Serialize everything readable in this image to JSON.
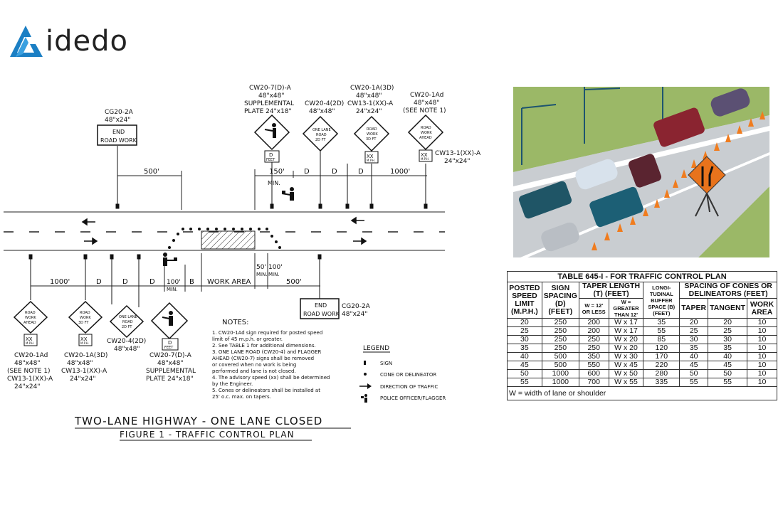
{
  "brand": {
    "name": "idedo"
  },
  "figure": {
    "title": "TWO-LANE HIGHWAY - ONE LANE CLOSED",
    "subtitle": "FIGURE 1 - TRAFFIC CONTROL PLAN"
  },
  "top_signs": [
    {
      "code": "CG20-2A",
      "size": "48\"x24\"",
      "text": [
        "END",
        "ROAD WORK"
      ]
    },
    {
      "code": "CW20-7(D)-A",
      "size": "48\"x48\"",
      "extra": "SUPPLEMENTAL",
      "extra2": "PLATE 24\"x18\"",
      "plate": [
        "D",
        "FEET"
      ]
    },
    {
      "code": "CW20-4(2D)",
      "size": "48\"x48\"",
      "text": [
        "ONE LANE",
        "ROAD",
        "2D FT"
      ]
    },
    {
      "code": "CW20-1A(3D)",
      "size": "48\"x48\"",
      "extra": "CW13-1(XX)-A",
      "extra2": "24\"x24\"",
      "text": [
        "ROAD",
        "WORK",
        "3D FT"
      ],
      "plate": [
        "XX",
        "M.P.H."
      ]
    },
    {
      "code": "CW20-1Ad",
      "size": "48\"x48\"",
      "extra": "(SEE NOTE 1)",
      "text": [
        "ROAD",
        "WORK",
        "AHEAD"
      ],
      "plate": [
        "XX",
        "M.P.H."
      ],
      "side": "CW13-1(XX)-A",
      "side2": "24\"x24\""
    }
  ],
  "bottom_signs": [
    {
      "code": "CW20-1Ad",
      "size": "48\"x48\"",
      "extra": "(SEE NOTE 1)",
      "extra2": "CW13-1(XX)-A",
      "extra3": "24\"x24\"",
      "text": [
        "ROAD",
        "WORK",
        "AHEAD"
      ],
      "plate": [
        "XX",
        "M.P.H."
      ]
    },
    {
      "code": "CW20-1A(3D)",
      "size": "48\"x48\"",
      "extra": "CW13-1(XX)-A",
      "extra2": "24\"x24\"",
      "text": [
        "ROAD",
        "WORK",
        "3D FT"
      ],
      "plate": [
        "XX",
        "M.P.H."
      ]
    },
    {
      "code": "CW20-4(2D)",
      "size": "48\"x48\"",
      "text": [
        "ONE LANE",
        "ROAD",
        "2D FT"
      ]
    },
    {
      "code": "CW20-7(D)-A",
      "size": "48\"x48\"",
      "extra": "SUPPLEMENTAL",
      "extra2": "PLATE 24\"x18\"",
      "plate": [
        "D",
        "FEET"
      ]
    },
    {
      "code": "CG20-2A",
      "size": "48\"x24\"",
      "text": [
        "END",
        "ROAD WORK"
      ]
    }
  ],
  "dims": {
    "d500": "500'",
    "d150": "150'",
    "min": "MIN.",
    "D": "D",
    "d1000": "1000'",
    "d100": "100'",
    "B": "B",
    "work_area": "WORK AREA",
    "d50": "50'",
    "min_caps": "MIN."
  },
  "notes": {
    "title": "NOTES:",
    "lines": [
      "1. CW20-1Ad sign required for posted speed",
      "    limit of 45 m.p.h. or greater.",
      "2. See TABLE 1 for additional dimensions.",
      "3. ONE LANE ROAD (CW20-4) and FLAGGER",
      "    AHEAD (CW20-7) signs shall be removed",
      "    or covered when no work is being",
      "    performed and lane is not closed.",
      "4. The advisory speed (xx) shall be determined",
      "    by the Engineer.",
      "5. Cones or delineators shall be installed at",
      "    25' o.c. max. on tapers."
    ]
  },
  "legend": {
    "title": "LEGEND",
    "items": [
      "SIGN",
      "CONE OR DELINEATOR",
      "DIRECTION OF TRAFFIC",
      "POLICE OFFICER/FLAGGER"
    ]
  },
  "table": {
    "title": "TABLE 645-I  - FOR TRAFFIC CONTROL PLAN",
    "headers": {
      "speed": "POSTED SPEED LIMIT (M.P.H.)",
      "spacing": "SIGN SPACING (D) (FEET)",
      "taper": "TAPER LENGTH (T) (FEET)",
      "taper_a": "W = 12' OR LESS",
      "taper_b": "W = GREATER THAN 12'",
      "buffer": "LONGI- TUDINAL BUFFER SPACE (B) (FEET)",
      "cones": "SPACING OF CONES OR DELINEATORS (FEET)",
      "c_taper": "TAPER",
      "c_tangent": "TANGENT",
      "c_work": "WORK AREA"
    },
    "rows": [
      [
        "20",
        "250",
        "200",
        "W x 17",
        "35",
        "20",
        "20",
        "10"
      ],
      [
        "25",
        "250",
        "200",
        "W x 17",
        "55",
        "25",
        "25",
        "10"
      ],
      [
        "30",
        "250",
        "250",
        "W x 20",
        "85",
        "30",
        "30",
        "10"
      ],
      [
        "35",
        "250",
        "250",
        "W x 20",
        "120",
        "35",
        "35",
        "10"
      ],
      [
        "40",
        "500",
        "350",
        "W x 30",
        "170",
        "40",
        "40",
        "10"
      ],
      [
        "45",
        "500",
        "550",
        "W x 45",
        "220",
        "45",
        "45",
        "10"
      ],
      [
        "50",
        "1000",
        "600",
        "W x 50",
        "280",
        "50",
        "50",
        "10"
      ],
      [
        "55",
        "1000",
        "700",
        "W x 55",
        "335",
        "55",
        "55",
        "10"
      ]
    ],
    "footnote": "W = width of lane or shoulder"
  },
  "colors": {
    "logo_blue": "#1b7fc4",
    "cone_orange": "#f07c1e",
    "sign_orange": "#e8731c"
  }
}
